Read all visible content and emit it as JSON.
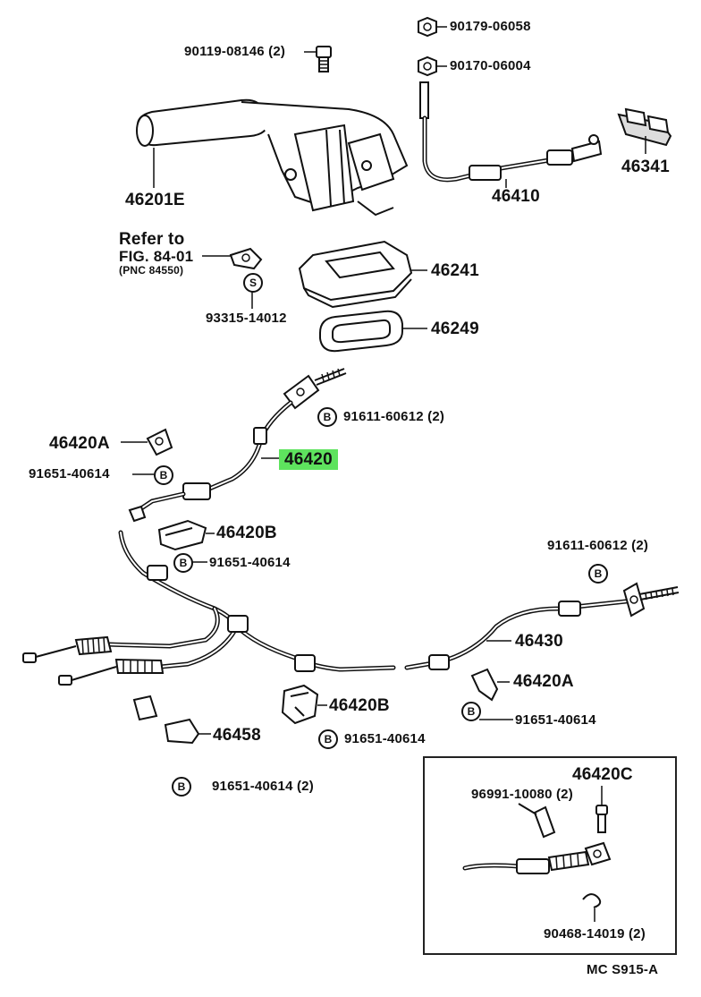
{
  "labels": {
    "p90119": "90119-08146 (2)",
    "p90179": "90179-06058",
    "p90170": "90170-06004",
    "p46201E": "46201E",
    "p46410": "46410",
    "p46341": "46341",
    "refer1": "Refer to",
    "refer2": "FIG. 84-01",
    "refer3": "(PNC 84550)",
    "p93315": "93315-14012",
    "p46241": "46241",
    "p46249": "46249",
    "p91611a": "91611-60612 (2)",
    "p46420A_top": "46420A",
    "p46420": "46420",
    "p91651_a": "91651-40614",
    "p46420B_top": "46420B",
    "p91651_b": "91651-40614",
    "p91611b": "91611-60612 (2)",
    "p46430": "46430",
    "p46420A_right": "46420A",
    "p91651_c": "91651-40614",
    "p46420B_bottom": "46420B",
    "p46458": "46458",
    "p91651_d": "91651-40614",
    "p91651_e": "91651-40614 (2)",
    "p96991": "96991-10080 (2)",
    "p46420C": "46420C",
    "p90468": "90468-14019 (2)",
    "figure_code": "MC S915-A"
  },
  "symbols": {
    "s": "S",
    "b": "B"
  },
  "colors": {
    "highlight": "#5ee35e",
    "ink": "#111111"
  }
}
